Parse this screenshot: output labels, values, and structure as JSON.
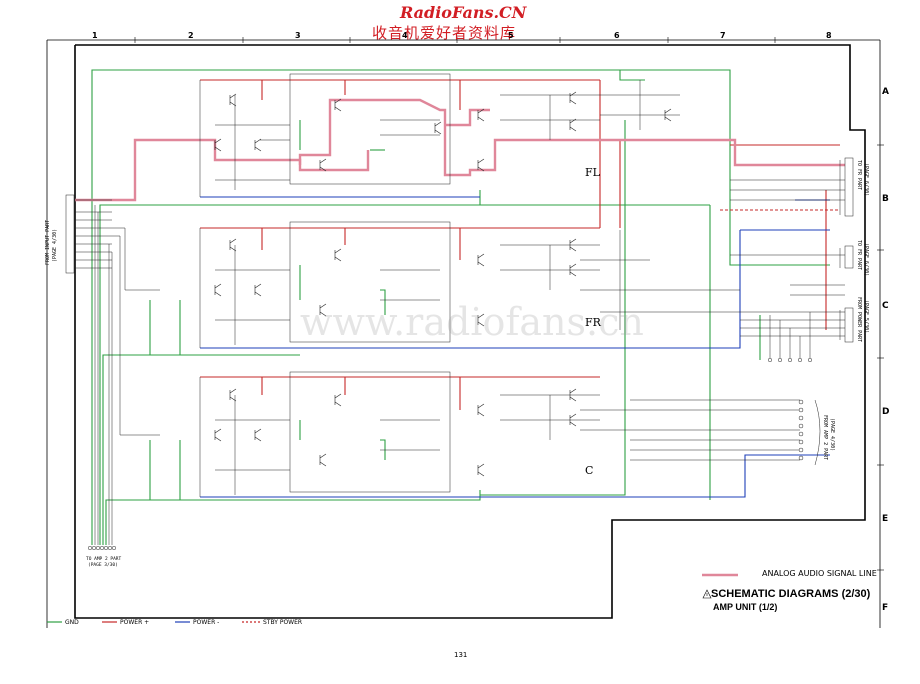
{
  "watermark": {
    "brand": "RadioFans.CN",
    "subtitle": "收音机爱好者资料库",
    "center": "www.radiofans.cn"
  },
  "columns": [
    "1",
    "2",
    "3",
    "4",
    "5",
    "6",
    "7",
    "8"
  ],
  "rows": [
    "A",
    "B",
    "C",
    "D",
    "E",
    "F"
  ],
  "channels": [
    "FL",
    "FR",
    "C"
  ],
  "connectors": {
    "left": "FROM INPUT PART",
    "left_page": "(PAGE 4/30)",
    "right_top": "TO FR PART",
    "right_top_page": "(PAGE 6/30)",
    "right_mid": "TO FR PART",
    "right_mid_page": "(PAGE 6/30)",
    "right_low": "FROM POWER PART",
    "right_low_page": "(PAGE 5/30)",
    "right_amp": "FROM AMP 2 PART",
    "right_amp_page": "(PAGE 4/30)",
    "bottom": "TO AMP 2 PART",
    "bottom_page": "(PAGE 3/30)"
  },
  "signal_line_label": "ANALOG AUDIO SIGNAL LINE",
  "title": {
    "main": "SCHEMATIC DIAGRAMS (2/30)",
    "sub": "AMP UNIT (1/2)",
    "warning_icon": "warning-triangle-icon"
  },
  "legend": [
    {
      "label": "GND",
      "color": "#2ea043",
      "style": "solid"
    },
    {
      "label": "POWER +",
      "color": "#c62828",
      "style": "solid"
    },
    {
      "label": "POWER -",
      "color": "#1e3fb8",
      "style": "solid"
    },
    {
      "label": "STBY POWER",
      "color": "#c62828",
      "style": "dashed"
    }
  ],
  "page_number": "131",
  "colors": {
    "gnd": "#2ea043",
    "power_plus": "#c62828",
    "power_minus": "#1e3fb8",
    "signal": "#e0879a",
    "wire": "#222222"
  }
}
